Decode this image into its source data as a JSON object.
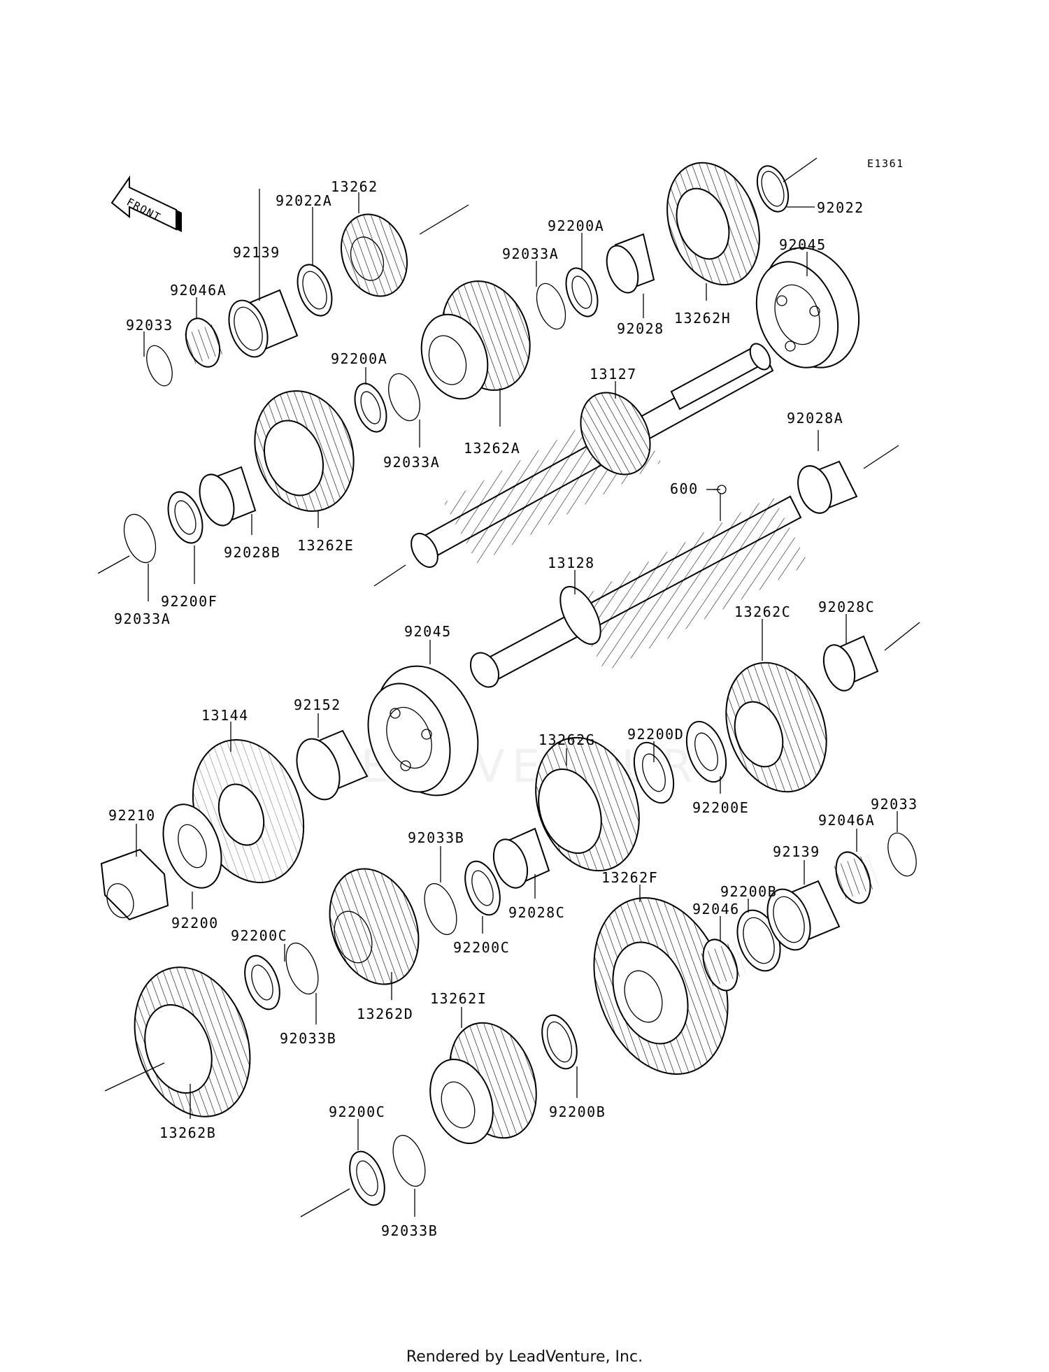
{
  "diagram_id": "E1361",
  "front_label": "FRONT",
  "watermark": "LEADVENTURE",
  "footer": "Rendered by LeadVenture, Inc.",
  "callouts": [
    {
      "id": "c-13262",
      "text": "13262"
    },
    {
      "id": "c-92022A",
      "text": "92022A"
    },
    {
      "id": "c-92139-top",
      "text": "92139"
    },
    {
      "id": "c-92046A-top",
      "text": "92046A"
    },
    {
      "id": "c-92033-top",
      "text": "92033"
    },
    {
      "id": "c-92200A-right",
      "text": "92200A"
    },
    {
      "id": "c-92033A-right",
      "text": "92033A"
    },
    {
      "id": "c-92022",
      "text": "92022"
    },
    {
      "id": "c-92045-top",
      "text": "92045"
    },
    {
      "id": "c-92028",
      "text": "92028"
    },
    {
      "id": "c-13262H",
      "text": "13262H"
    },
    {
      "id": "c-92200A-left",
      "text": "92200A"
    },
    {
      "id": "c-92033A-mid",
      "text": "92033A"
    },
    {
      "id": "c-13262A",
      "text": "13262A"
    },
    {
      "id": "c-13127",
      "text": "13127"
    },
    {
      "id": "c-92028A",
      "text": "92028A"
    },
    {
      "id": "c-600",
      "text": "600"
    },
    {
      "id": "c-92028B",
      "text": "92028B"
    },
    {
      "id": "c-13262E",
      "text": "13262E"
    },
    {
      "id": "c-92200F",
      "text": "92200F"
    },
    {
      "id": "c-92033A-left",
      "text": "92033A"
    },
    {
      "id": "c-13128",
      "text": "13128"
    },
    {
      "id": "c-13262C",
      "text": "13262C"
    },
    {
      "id": "c-92028C-right",
      "text": "92028C"
    },
    {
      "id": "c-92045-mid",
      "text": "92045"
    },
    {
      "id": "c-92152",
      "text": "92152"
    },
    {
      "id": "c-13144",
      "text": "13144"
    },
    {
      "id": "c-92200D",
      "text": "92200D"
    },
    {
      "id": "c-13262G",
      "text": "13262G"
    },
    {
      "id": "c-92200E",
      "text": "92200E"
    },
    {
      "id": "c-92210",
      "text": "92210"
    },
    {
      "id": "c-92200",
      "text": "92200"
    },
    {
      "id": "c-92033B-mid",
      "text": "92033B"
    },
    {
      "id": "c-92028C-mid",
      "text": "92028C"
    },
    {
      "id": "c-92200C-mid",
      "text": "92200C"
    },
    {
      "id": "c-92033-right",
      "text": "92033"
    },
    {
      "id": "c-92046A-right",
      "text": "92046A"
    },
    {
      "id": "c-92139-right",
      "text": "92139"
    },
    {
      "id": "c-92200B-top",
      "text": "92200B"
    },
    {
      "id": "c-92046",
      "text": "92046"
    },
    {
      "id": "c-13262F",
      "text": "13262F"
    },
    {
      "id": "c-92200C-left",
      "text": "92200C"
    },
    {
      "id": "c-92033B-left",
      "text": "92033B"
    },
    {
      "id": "c-13262D",
      "text": "13262D"
    },
    {
      "id": "c-13262I",
      "text": "13262I"
    },
    {
      "id": "c-13262B",
      "text": "13262B"
    },
    {
      "id": "c-92200B-bottom",
      "text": "92200B"
    },
    {
      "id": "c-92200C-bottom",
      "text": "92200C"
    },
    {
      "id": "c-92033B-bottom",
      "text": "92033B"
    }
  ]
}
